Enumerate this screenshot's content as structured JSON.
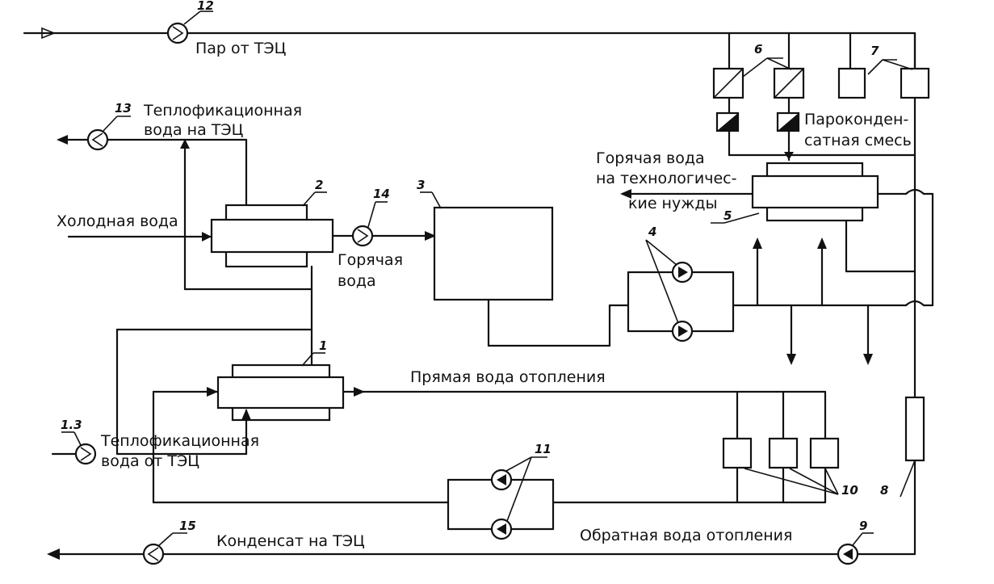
{
  "labels": {
    "steam": "Пар от ТЭЦ",
    "dh_water_out_1": "Теплофикационная",
    "dh_water_out_2": "вода на ТЭЦ",
    "cold_water": "Холодная вода",
    "hot_water_1": "Горячая",
    "hot_water_2": "вода",
    "hot_tech_1": "Горячая вода",
    "hot_tech_2": "на технологичес-",
    "hot_tech_3": "кие нужды",
    "steam_cond_1": "Пароконден-",
    "steam_cond_2": "сатная  смесь",
    "direct_heating": "Прямая вода отопления",
    "dh_water_in_1": "Теплофикационная",
    "dh_water_in_2": "вода от ТЭЦ",
    "condensate": "Конденсат на ТЭЦ",
    "return_heating": "Обратная вода отопления"
  },
  "numbers": {
    "n1": "1",
    "n2": "2",
    "n3": "3",
    "n4": "4",
    "n5": "5",
    "n6": "6",
    "n7": "7",
    "n8": "8",
    "n9": "9",
    "n10": "10",
    "n11": "11",
    "n12": "12",
    "n13a": "13",
    "n13b": "1.3",
    "n14": "14",
    "n15": "15"
  }
}
